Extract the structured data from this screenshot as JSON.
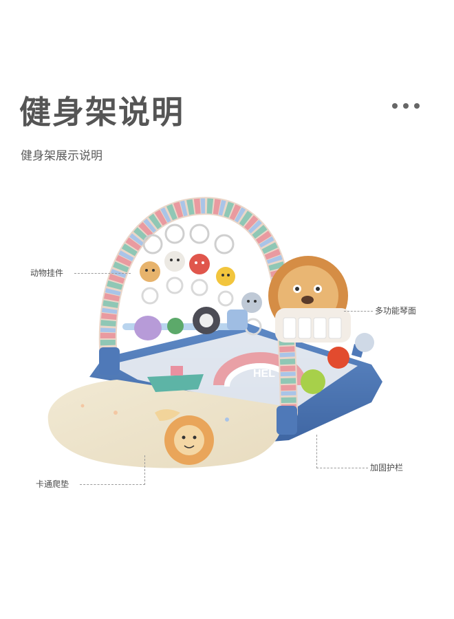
{
  "header": {
    "title": "健身架说明",
    "subtitle": "健身架展示说明"
  },
  "more_menu": {
    "icon": "more-horizontal-icon"
  },
  "product": {
    "image": "baby-play-gym-illustration",
    "mat_print": "HEL"
  },
  "callouts": {
    "hanging_toys": "动物挂件",
    "piano_panel": "多功能琴面",
    "guard_rail": "加固护栏",
    "play_mat": "卡通爬垫"
  },
  "colors": {
    "arch_stripes": [
      "#e99aa0",
      "#8fc7b5",
      "#a9c4e8",
      "#f3efe6"
    ],
    "base_blue": "#4f79b8",
    "mat_cream": "#efe6cf",
    "lion_orange": "#e0a35b"
  }
}
